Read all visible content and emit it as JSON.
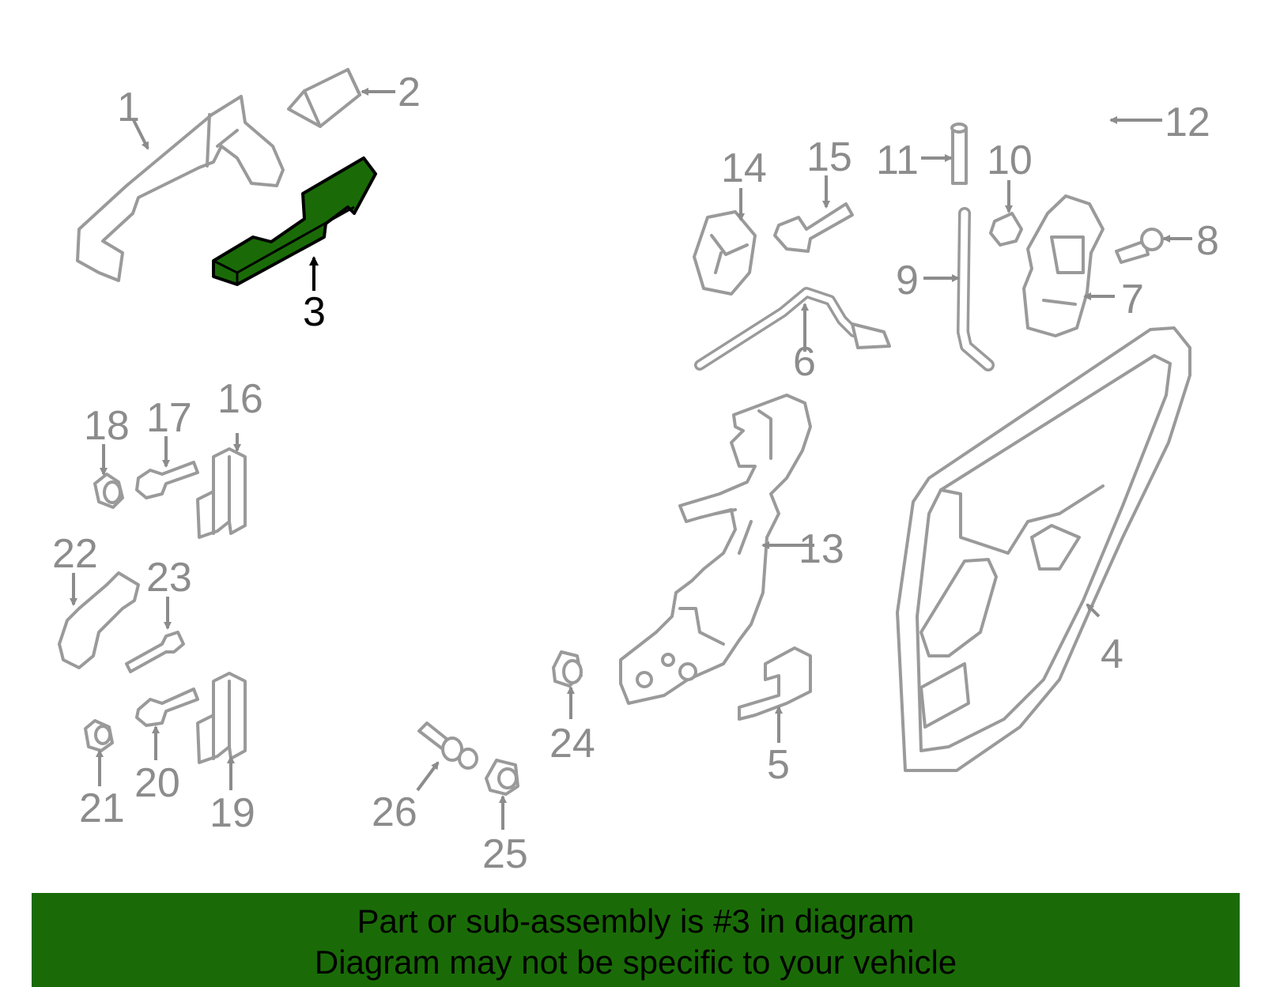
{
  "diagram": {
    "highlighted_part": "3",
    "callouts": {
      "c1": "1",
      "c2": "2",
      "c3": "3",
      "c4": "4",
      "c5": "5",
      "c6": "6",
      "c7": "7",
      "c8": "8",
      "c9": "9",
      "c10": "10",
      "c11": "11",
      "c12": "12",
      "c13": "13",
      "c14": "14",
      "c15": "15",
      "c16": "16",
      "c17": "17",
      "c18": "18",
      "c19": "19",
      "c20": "20",
      "c21": "21",
      "c22": "22",
      "c23": "23",
      "c24": "24",
      "c25": "25",
      "c26": "26"
    }
  },
  "banner": {
    "line1": "Part or sub-assembly is #3 in diagram",
    "line2": "Diagram may not be specific to your vehicle"
  },
  "colors": {
    "highlight": "#1a6b07",
    "part_outline": "#9a9a9a",
    "callout_text": "#8c8c8c"
  }
}
